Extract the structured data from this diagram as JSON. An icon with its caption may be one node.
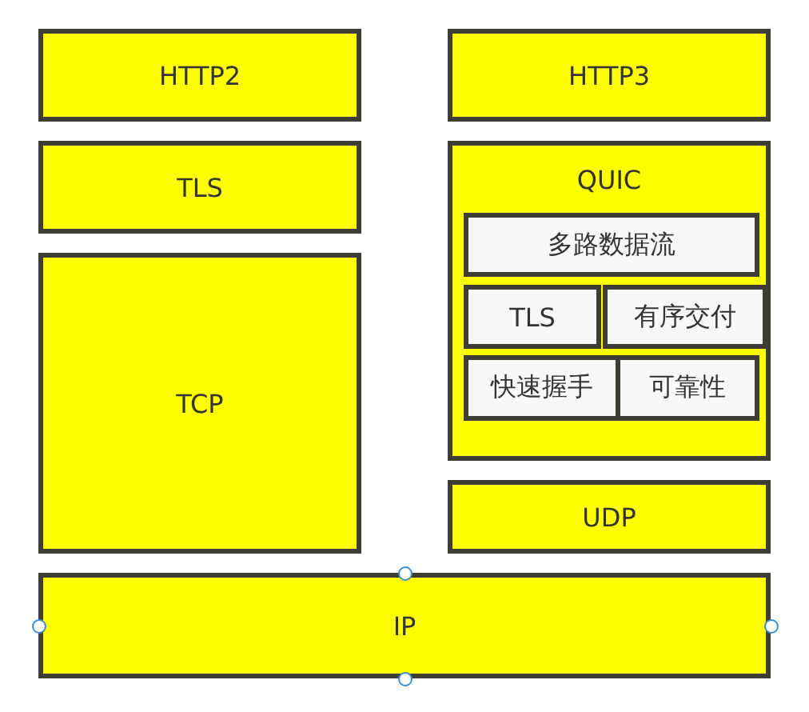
{
  "diagram": {
    "nodes": [
      {
        "text": [
          "HTTP2"
        ]
      },
      {
        "text": [
          "HTTP3"
        ]
      },
      {
        "text": [
          "TLS"
        ]
      },
      {
        "text": [
          "QUIC"
        ]
      },
      {
        "text": [
          "多路数据流"
        ],
        "in": 3
      },
      {
        "text": [
          "TLS"
        ],
        "in": 3
      },
      {
        "text": [
          "有序交付"
        ],
        "in": 3
      },
      {
        "text": [
          "快速握手"
        ],
        "in": 3
      },
      {
        "text": [
          "可靠性"
        ],
        "in": 3
      },
      {
        "text": [
          "TCP"
        ]
      },
      {
        "text": [
          "UDP"
        ]
      },
      {
        "text": [
          "IP"
        ]
      }
    ]
  }
}
